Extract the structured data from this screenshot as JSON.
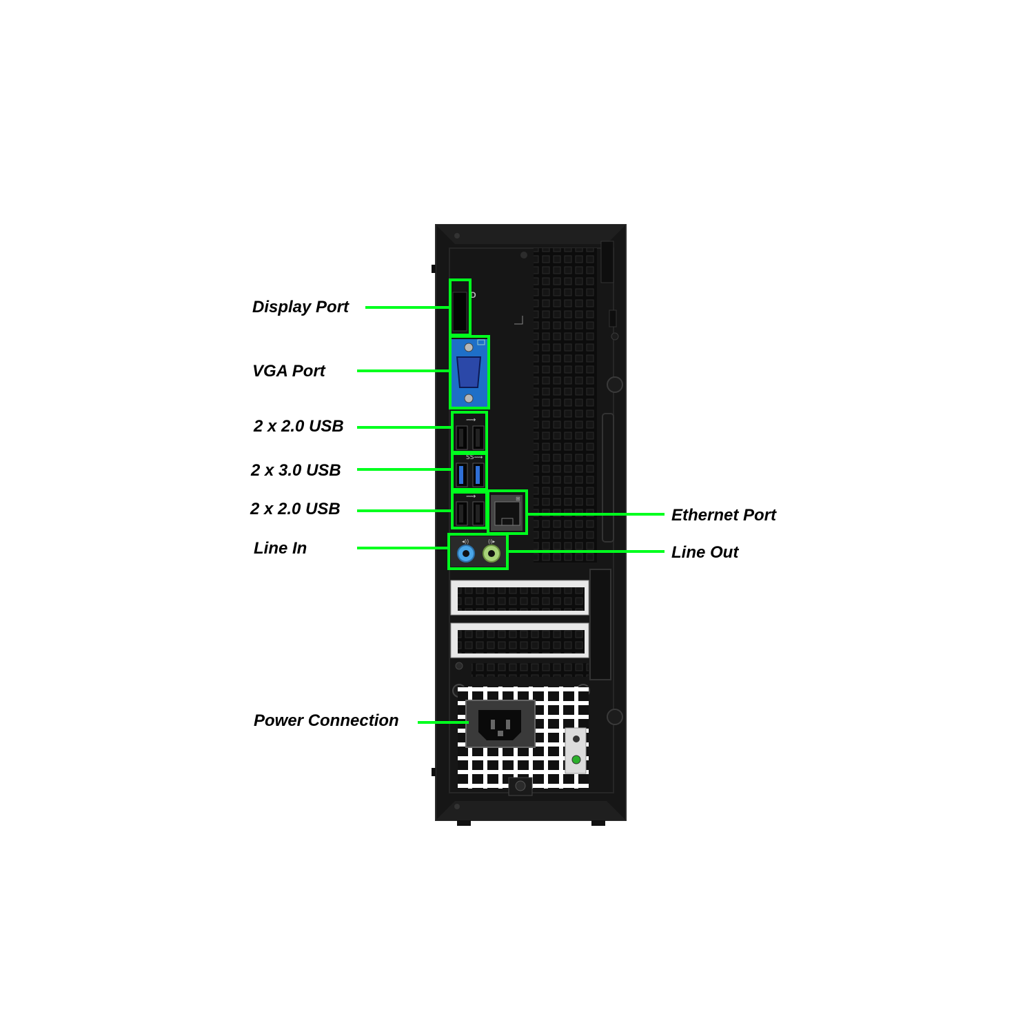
{
  "labels": {
    "display_port": "Display Port",
    "vga_port": "VGA Port",
    "usb_2_upper": "2 x 2.0 USB",
    "usb_3": "2 x 3.0 USB",
    "usb_2_lower": "2 x 2.0 USB",
    "line_in": "Line In",
    "ethernet_port": "Ethernet Port",
    "line_out": "Line Out",
    "power_connection": "Power Connection"
  },
  "colors": {
    "callout": "#00ff1e",
    "chassis": "#161616",
    "chassis_edge": "#2c2c2c",
    "vga_panel": "#1e6fc8",
    "usb3_port": "#2f6fd6",
    "line_in_jack": "#4aa6e8",
    "line_out_jack": "#a8d27a"
  },
  "icons": [
    "displayport-logo-icon",
    "monitor-icon",
    "usb-icon",
    "ss-usb-icon",
    "network-icon",
    "audio-icon"
  ]
}
